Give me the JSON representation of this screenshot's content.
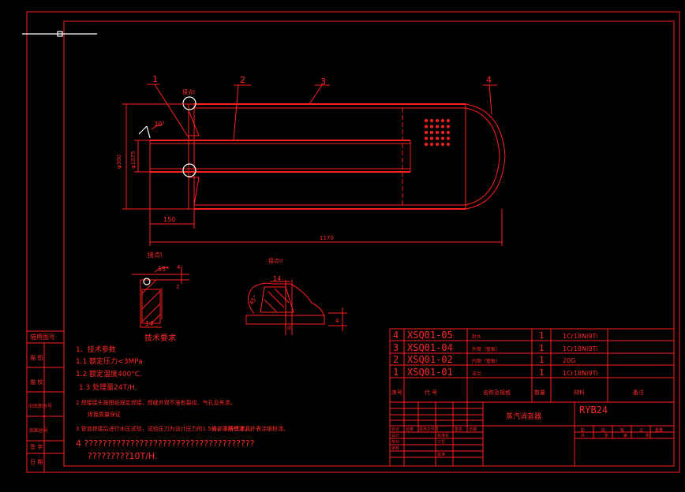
{
  "colors": {
    "background": "#000000",
    "line": "#ff2020",
    "marker": "#ffffff"
  },
  "callouts": [
    "1",
    "2",
    "3",
    "4"
  ],
  "main_view": {
    "detail_label": "接点I",
    "angle_label": "30°",
    "dia_outer": "φ300",
    "dia_inner": "φ1075",
    "dim_150": "150",
    "dim_1170": "1170"
  },
  "detail_1": {
    "title": "接点I",
    "angle": "55°",
    "dim_a": "4",
    "dim_b": "2",
    "dim_14": "14"
  },
  "detail_2": {
    "title": "接点II",
    "dim_14": "14",
    "angle": "45°",
    "dim_d": "d",
    "dim_4": "4"
  },
  "tech_title": "技术要求",
  "notes": [
    "1、技术参数",
    "1.1  额定压力<3MPa",
    "1.2  额定温度400°C.",
    "1.3  处理量24T/H.",
    "2  焊接接头按图纸规定焊接，焊缝外观不准有裂纹、气孔及夹渣。",
    "3  管道焊接后进行水压试验，试验压力为设计压力的1.5倍，不得有渗漏。",
    "4  ?????????????????????????????????????",
    "?????????10T/H."
  ],
  "note_2_cont": "焊接质量保证",
  "note_3_side": "外部涂防锈漆，外表涂银粉漆。",
  "side_labels": [
    "借用图号",
    "描 图",
    "描 校",
    "旧底图总号",
    "底图总号",
    "签 字",
    "日 期"
  ],
  "parts_header": [
    "序号",
    "代 号",
    "名称及规格",
    "数量",
    "材料",
    "备注"
  ],
  "parts": [
    {
      "no": "4",
      "code": "XSQ01-05",
      "name": "封头",
      "qty": "1",
      "material": "1Cr18Ni9Ti"
    },
    {
      "no": "3",
      "code": "XSQ01-04",
      "name": "外筒（管板）",
      "qty": "1",
      "material": "1Cr18Ni9Ti"
    },
    {
      "no": "2",
      "code": "XSQ01-02",
      "name": "内筒（管板）",
      "qty": "1",
      "material": "20G"
    },
    {
      "no": "1",
      "code": "XSQ01-01",
      "name": "法兰",
      "qty": "1",
      "material": "1Cr18Ni9Ti"
    }
  ],
  "title_block": {
    "drawing_title": "蒸汽消音器",
    "drawing_code": "RYB24",
    "row_labels": [
      "设计",
      "校对",
      "审核",
      "工艺",
      "标准化",
      "批准"
    ],
    "hdr_labels": [
      "标记",
      "处数",
      "分区",
      "更改文件号",
      "签名",
      "日期"
    ],
    "stage_labels": [
      "阶",
      "段",
      "标",
      "记",
      "重量",
      "比例"
    ],
    "sheet_labels": [
      "共",
      "张",
      "第",
      "张"
    ]
  }
}
